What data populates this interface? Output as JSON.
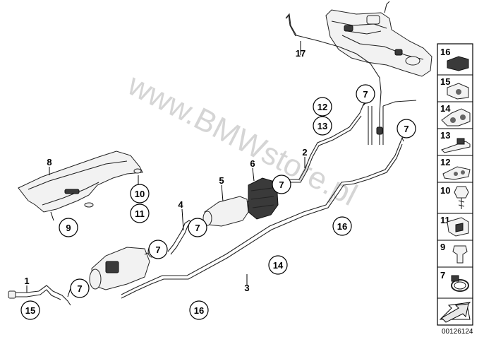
{
  "watermark": "www.BMWstore.pl",
  "reference_code": "00126124",
  "callouts": {
    "c17": "17",
    "c12": "12",
    "c13": "13",
    "c2": "2",
    "c7a": "7",
    "c7b": "7",
    "c7c": "7",
    "c7d": "7",
    "c7e": "7",
    "c7f": "7",
    "c8": "8",
    "c10": "10",
    "c11": "11",
    "c9": "9",
    "c5": "5",
    "c6": "6",
    "c4": "4",
    "c16a": "16",
    "c16b": "16",
    "c14": "14",
    "c3": "3",
    "c1": "1",
    "c15": "15"
  },
  "legend": [
    "16",
    "15",
    "14",
    "13",
    "12",
    "10",
    "11",
    "9",
    "7"
  ]
}
